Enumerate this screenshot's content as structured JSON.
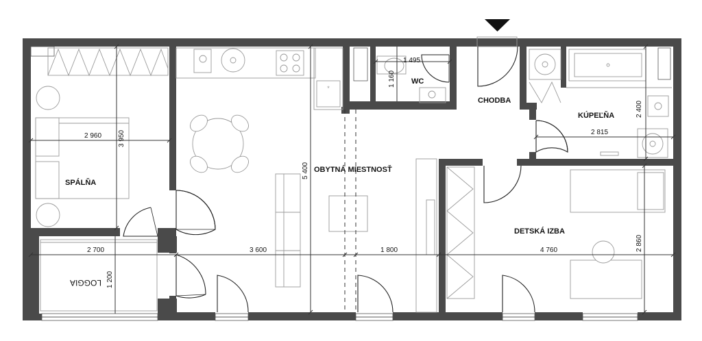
{
  "entrance_marker": "entrance-arrow",
  "rooms": {
    "bedroom": "SPÁLŇA",
    "living": "OBYTNÁ MIESTNOSŤ",
    "wc": "WC",
    "hall": "CHODBA",
    "bath": "KÚPEĽŇA",
    "kids": "DETSKÁ IZBA",
    "loggia": "LOGGIA"
  },
  "dimensions": {
    "bed_w": "2 960",
    "bed_h": "3 950",
    "wc_w": "1 495",
    "wc_h": "1 160",
    "bath_w": "2 815",
    "bath_h": "2 400",
    "living_h": "5 400",
    "kids_h": "2 860",
    "loggia_w": "2 700",
    "loggia_h": "1 200",
    "living_w": "3 600",
    "hall_w": "1 800",
    "kids_w": "4 760"
  },
  "colors": {
    "wall": "#4a4a4a",
    "furniture": "#999999",
    "text": "#111111"
  }
}
